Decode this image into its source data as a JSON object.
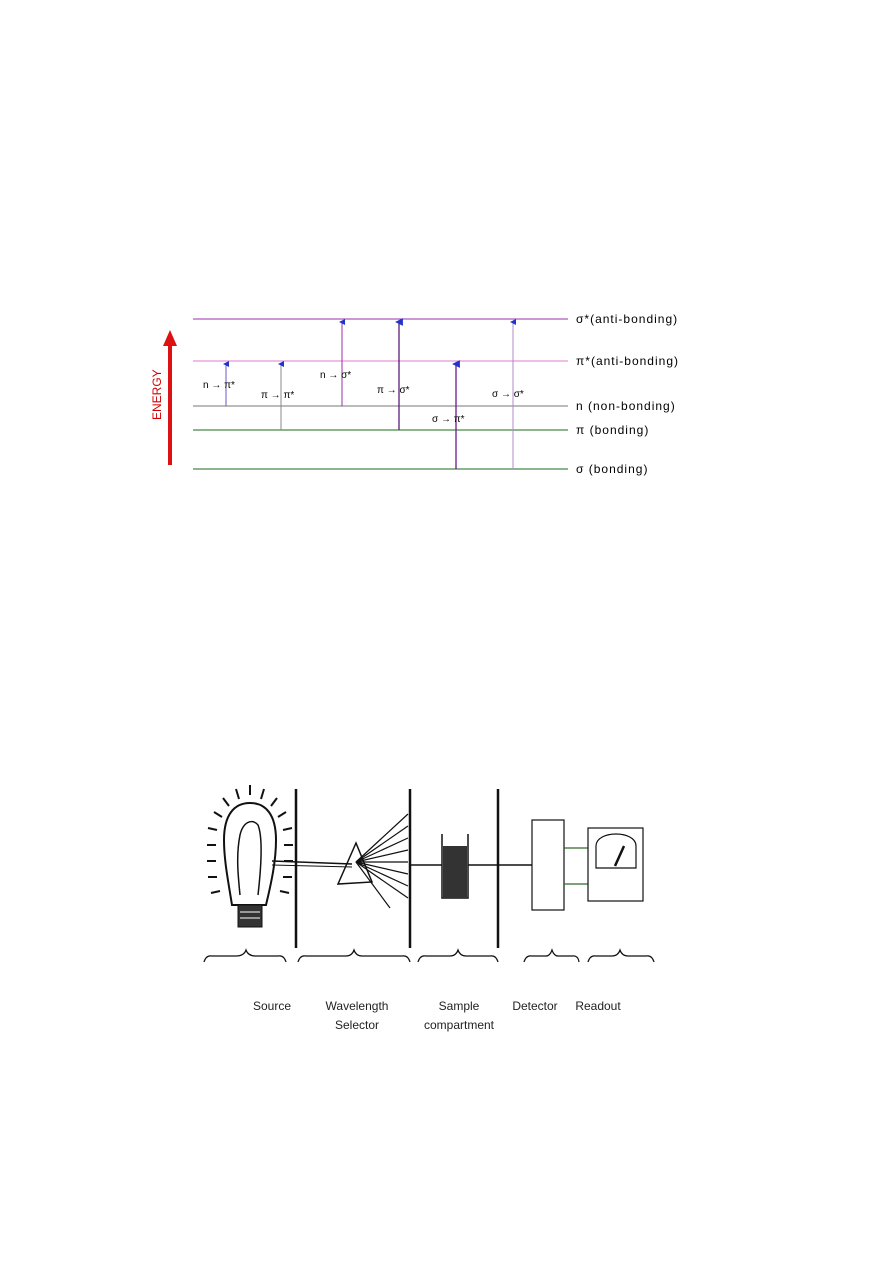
{
  "energy_diagram": {
    "energy_axis_label": "ENERGY",
    "levels": [
      {
        "id": "sigma_star",
        "label": "σ*(anti-bonding)",
        "color": "#9b2fae"
      },
      {
        "id": "pi_star",
        "label": "π*(anti-bonding)",
        "color": "#e07ad0"
      },
      {
        "id": "n",
        "label": "n  (non-bonding)",
        "color": "#777777"
      },
      {
        "id": "pi",
        "label": "π (bonding)",
        "color": "#1a6b1a"
      },
      {
        "id": "sigma",
        "label": "σ (bonding)",
        "color": "#1a6b1a"
      }
    ],
    "transitions": [
      {
        "label": "n → π*",
        "from": "n",
        "to": "pi_star"
      },
      {
        "label": "π → π*",
        "from": "pi",
        "to": "pi_star"
      },
      {
        "label": "n → σ*",
        "from": "n",
        "to": "sigma_star"
      },
      {
        "label": "π → σ*",
        "from": "pi",
        "to": "sigma_star"
      },
      {
        "label": "σ → π*",
        "from": "sigma",
        "to": "pi_star"
      },
      {
        "label": "σ → σ*",
        "from": "sigma",
        "to": "sigma_star"
      }
    ],
    "colors": {
      "arrow_head": "#2233cc",
      "energy_arrow": "#dd1111"
    }
  },
  "spectrometer": {
    "components": [
      {
        "id": "source",
        "label": "Source"
      },
      {
        "id": "wavelength_selector",
        "label": "Wavelength\nSelector"
      },
      {
        "id": "sample",
        "label": "Sample\ncompartment"
      },
      {
        "id": "detector",
        "label": "Detector"
      },
      {
        "id": "readout",
        "label": "Readout"
      }
    ]
  }
}
